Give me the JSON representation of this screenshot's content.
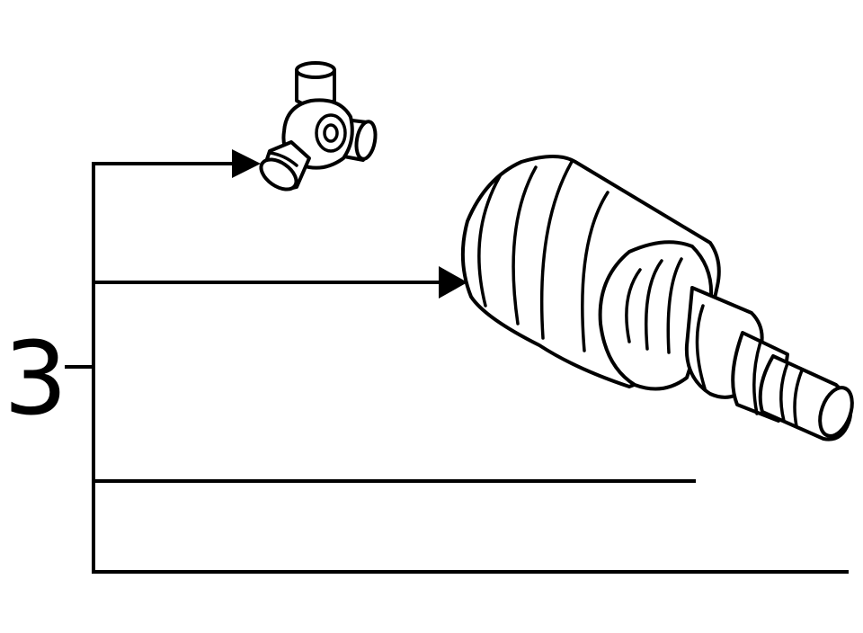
{
  "callout": {
    "number": "3"
  },
  "colors": {
    "line": "#000000",
    "background": "#ffffff"
  },
  "parts": [
    "tripod-joint",
    "cv-joint-outer-housing"
  ]
}
